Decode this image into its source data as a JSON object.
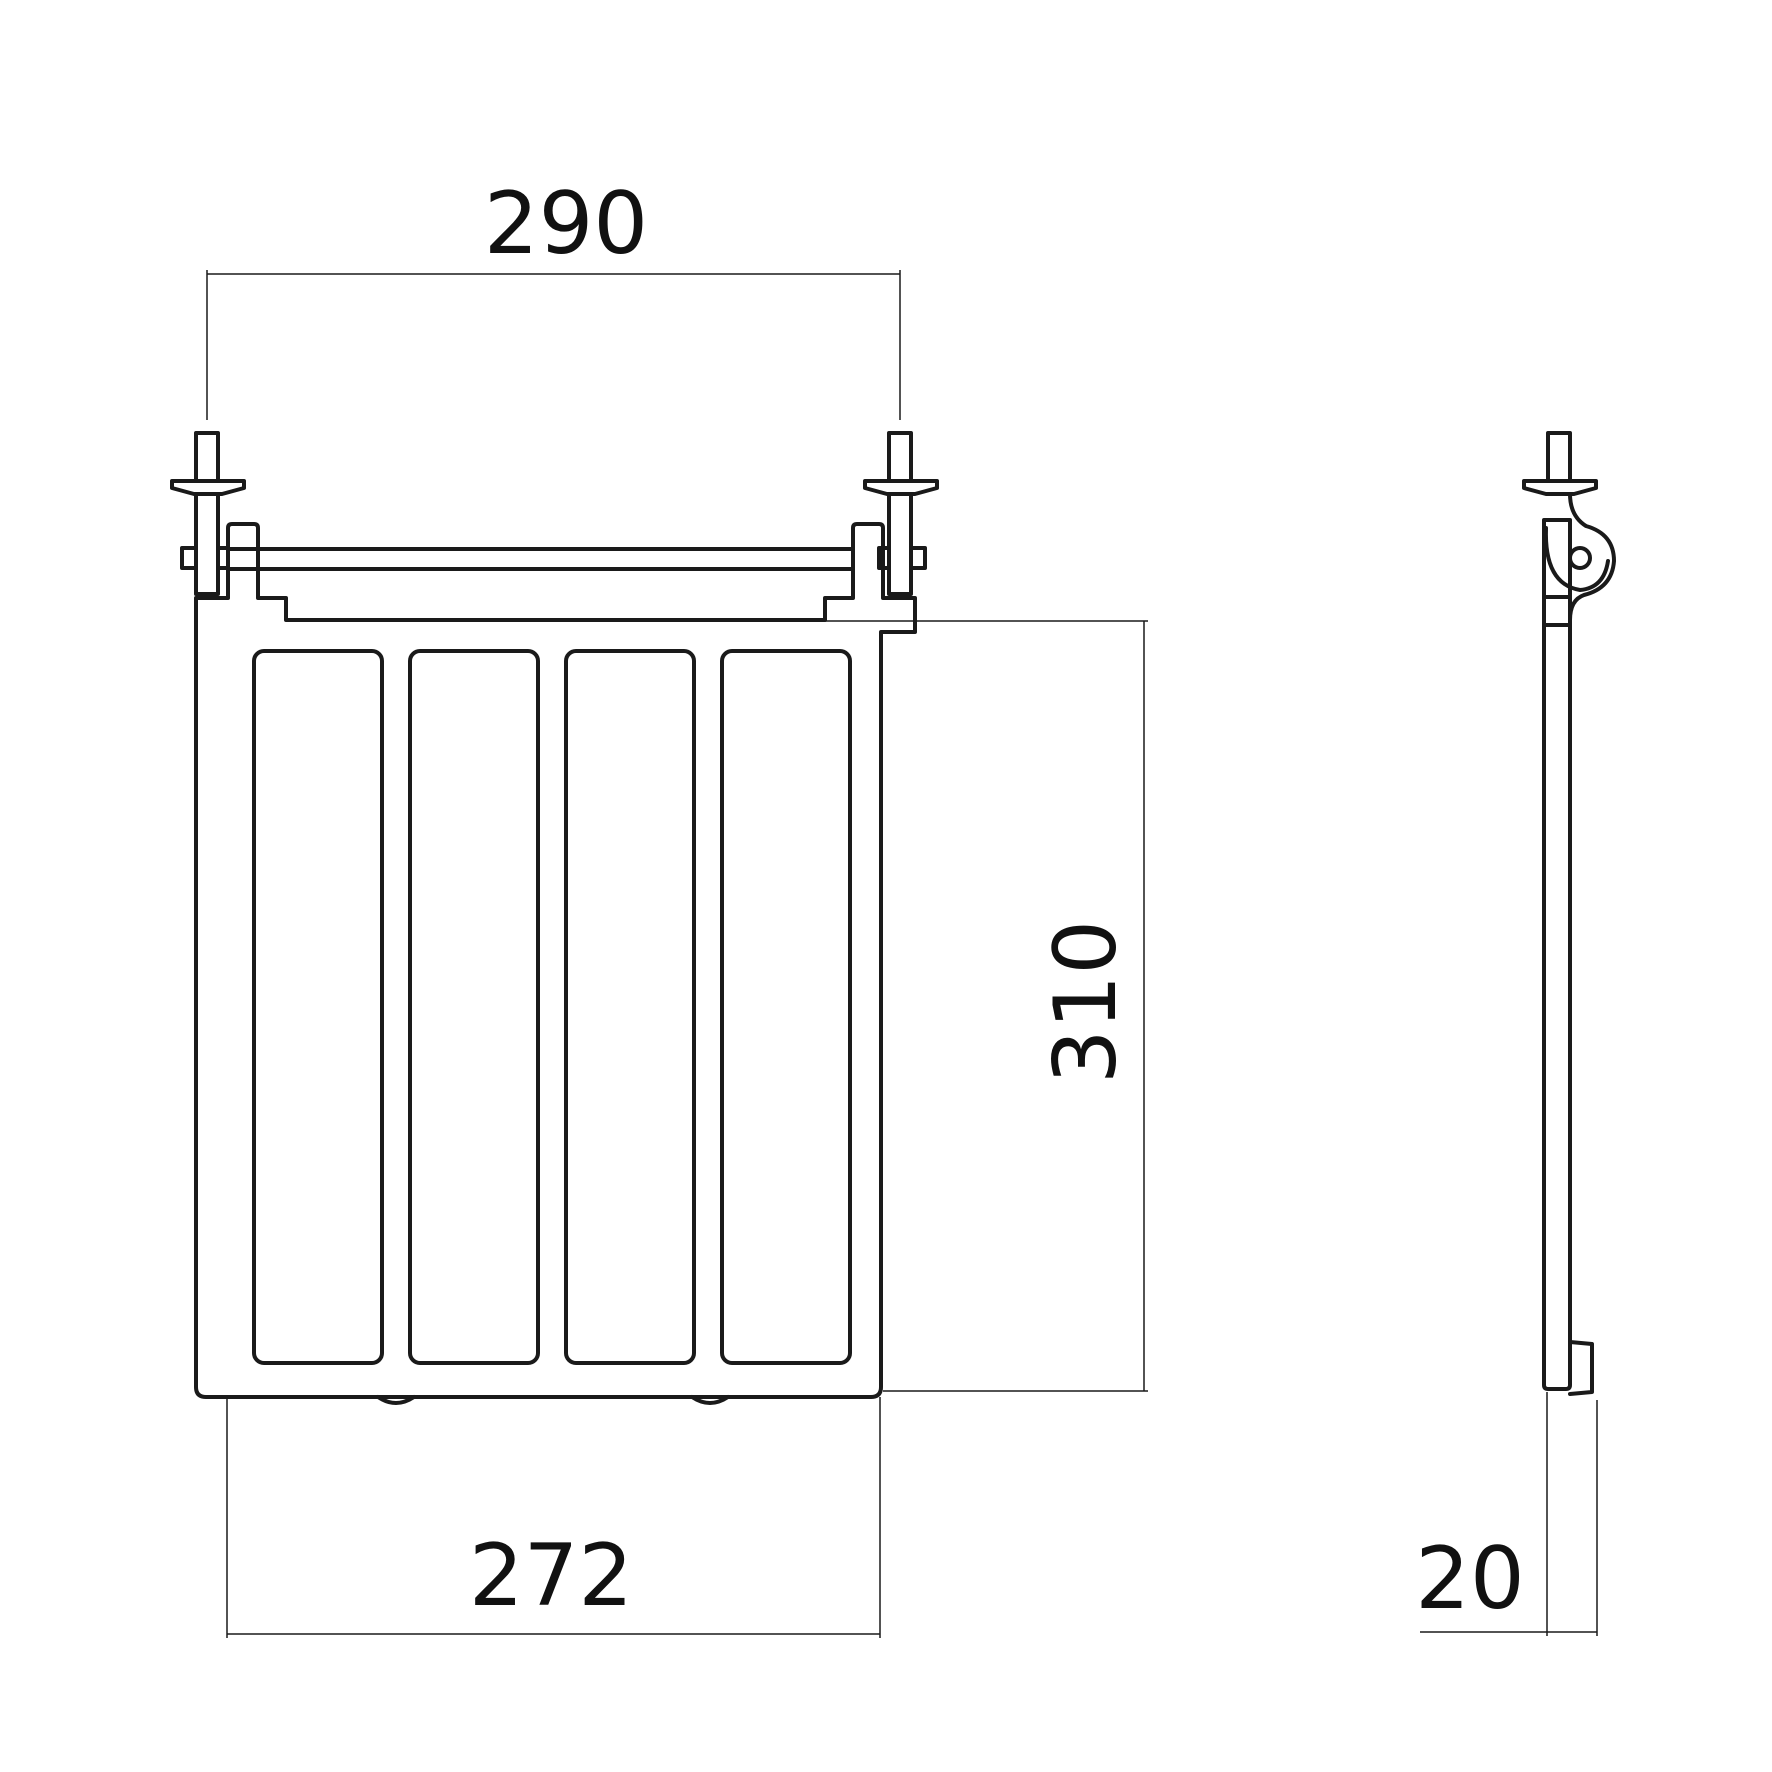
{
  "drawing": {
    "front_view": {
      "compartments": 4
    },
    "dimensions": {
      "top_width": "290",
      "height": "310",
      "bottom_width": "272",
      "depth": "20"
    },
    "colors": {
      "line": "#1a1a1a",
      "background": "#ffffff"
    }
  }
}
